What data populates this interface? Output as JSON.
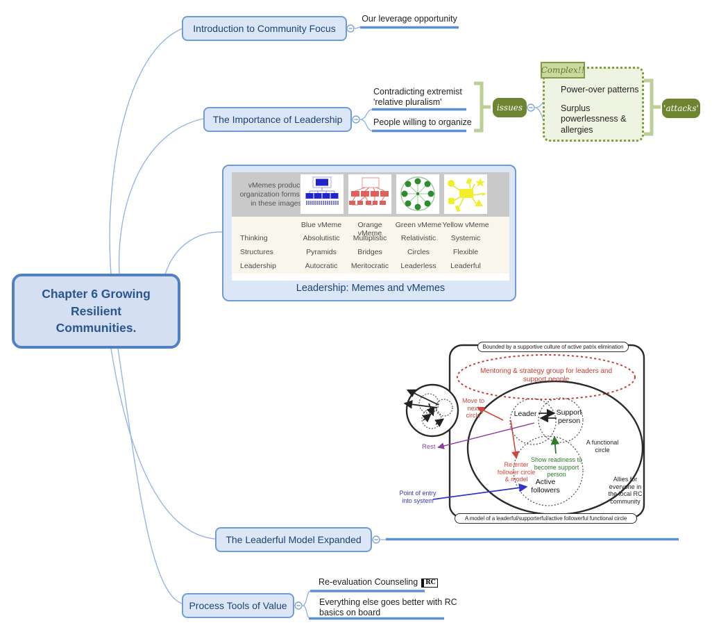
{
  "root": {
    "title_lines": [
      "Chapter 6 Growing",
      "Resilient",
      "Communities."
    ]
  },
  "intro": {
    "label": "Introduction to Community Focus",
    "child": "Our leverage opportunity"
  },
  "leadership": {
    "label": "The Importance of Leadership",
    "item1": "Contradicting  extremist 'relative pluralism'",
    "item2": "People willing to organize",
    "issues_label": "issues",
    "complex": {
      "label": "Complex!!",
      "item1": "Power-over patterns",
      "item2": "Surplus powerlessness & allergies"
    },
    "attacks_label": "'attacks'"
  },
  "memes_table": {
    "caption": "Leadership: Memes and vMemes",
    "header_note": "vMemes produce organization forms like in these images",
    "columns": [
      "Blue vMeme",
      "Orange vMeme",
      "Green vMeme",
      "Yellow vMeme"
    ],
    "rows": [
      {
        "label": "Thinking",
        "values": [
          "Absolutistic",
          "Multiplistic",
          "Relativistic",
          "Systemic"
        ]
      },
      {
        "label": "Structures",
        "values": [
          "Pyramids",
          "Bridges",
          "Circles",
          "Flexible"
        ]
      },
      {
        "label": "Leadership",
        "values": [
          "Autocratic",
          "Meritocratic",
          "Leaderless",
          "Leaderful"
        ]
      }
    ]
  },
  "leaderful": {
    "label": "The Leaderful Model Expanded",
    "diagram": {
      "top_banner": "Bounded by a supportive culture of active patrix elimination",
      "mentoring_group": "Mentoring & strategy group for leaders and support people",
      "leader": "Leader",
      "support_person": "Support person",
      "functional_circle": "A functional circle",
      "move_next": "Move to next circle",
      "rest": "Rest",
      "reenter": "Re-enter follower circle & model",
      "show_readiness": "Show readiness to become support person",
      "active_followers": "Active followers",
      "allies": "Allies for everyone in the local RC community",
      "point_of_entry": "Point of entry into system",
      "bottom_banner": "A model of a leaderful/supporterful/active followerful functional circle"
    }
  },
  "process": {
    "label": "Process Tools of Value",
    "child1": "Re-evaluation Counseling",
    "child1_badge": "RC",
    "child2": "Everything else goes better with RC basics on board"
  },
  "colors": {
    "node_fill": "#dbe7f6",
    "node_border": "#6f9bd6",
    "node_text": "#1c4273",
    "underline_blue": "#5d8fd4",
    "curve_blue": "#95b5e3",
    "olive_node": "#6d8530",
    "bracket_green": "#bccf96",
    "group_fill": "#eff3e2",
    "group_border": "#7f9e43",
    "diagram_red": "#c43c30",
    "diagram_green": "#2c7a2c",
    "diagram_purple": "#8c3fa0",
    "diagram_blue": "#3434c8"
  }
}
